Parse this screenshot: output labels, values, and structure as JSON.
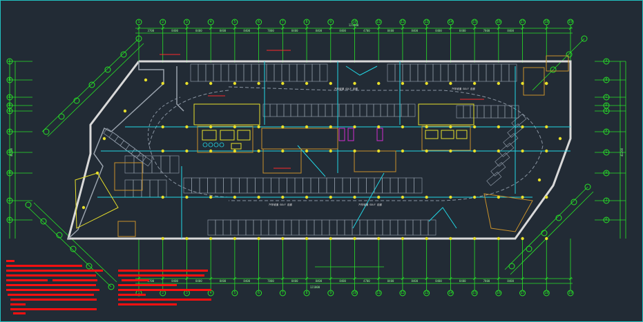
{
  "drawing": {
    "grid_axes_top": [
      "1",
      "2",
      "3",
      "4",
      "5",
      "6",
      "7",
      "8",
      "9",
      "10",
      "11",
      "12",
      "13",
      "14",
      "15",
      "16",
      "17",
      "18",
      "19"
    ],
    "grid_axes_left": [
      "A",
      "B",
      "C",
      "D",
      "E",
      "F",
      "G",
      "H",
      "J",
      "K"
    ],
    "grid_axes_right": [
      "A",
      "B",
      "C",
      "D",
      "E",
      "F",
      "G",
      "H",
      "J",
      "K"
    ],
    "dim_labels_top": [
      "3700",
      "8400",
      "8400",
      "8400",
      "8400",
      "7800",
      "8400",
      "8400",
      "8400",
      "4700",
      "8400",
      "8400",
      "8400",
      "8400",
      "7800",
      "8400"
    ],
    "dim_labels_bottom": [
      "3700",
      "8400",
      "8400",
      "8400",
      "8400",
      "7800",
      "8400",
      "8400",
      "8400",
      "4700",
      "8400",
      "8400",
      "8400",
      "8400",
      "7800",
      "8400"
    ],
    "overall_dim_top": "121000",
    "overall_dim_bottom": "121000",
    "overall_dim_left": "41200",
    "overall_dim_right": "41200",
    "area_labels": [
      "汽车坡道 GOLF 走廊",
      "汽车坡道 GOLF 走廊",
      "汽车坡道 GOLF 走廊",
      "汽车坡道 GOLF 走廊"
    ],
    "colors": {
      "background": "#222b35",
      "frame": "#22c2c2",
      "grid": "#27e627",
      "outline": "#d9d9d9",
      "wall": "#9aa3ad",
      "cyan": "#22d8e6",
      "yellow": "#e8e02a",
      "orange": "#c9922b",
      "red": "#ff1010"
    }
  }
}
